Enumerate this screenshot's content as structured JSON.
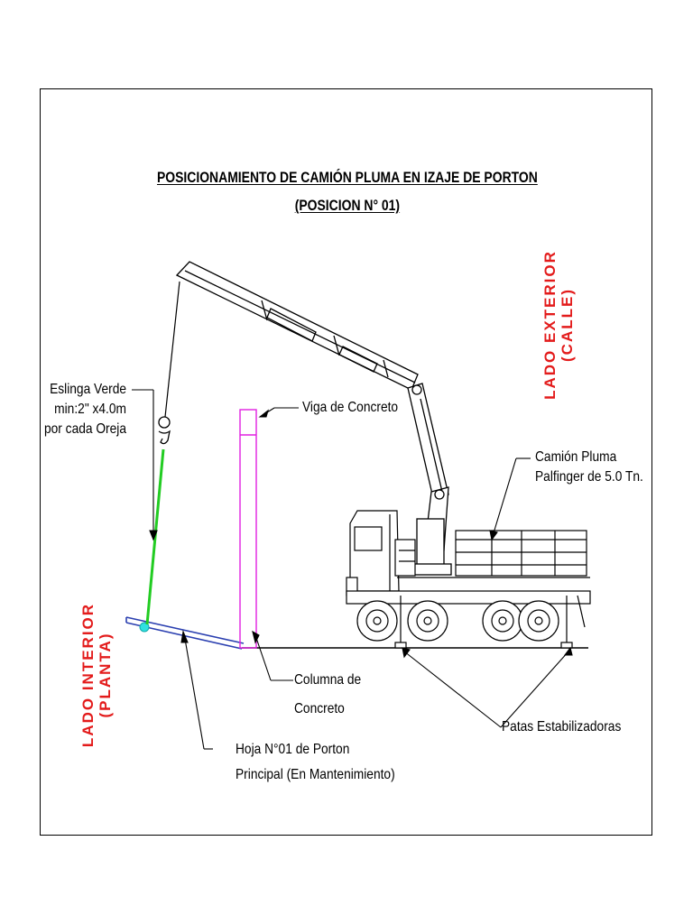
{
  "title": {
    "line1": "POSICIONAMIENTO DE CAMIÓN PLUMA EN IZAJE DE PORTON",
    "line2": "(POSICION N° 01)"
  },
  "sides": {
    "exterior": {
      "line1": "LADO EXTERIOR",
      "line2": "(CALLE)"
    },
    "interior": {
      "line1": "LADO INTERIOR",
      "line2": "(PLANTA)"
    }
  },
  "labels": {
    "eslinga": [
      "Eslinga Verde",
      "min:2\" x4.0m",
      "por cada Oreja"
    ],
    "viga": "Viga de Concreto",
    "camion": [
      "Camión Pluma",
      "Palfinger de 5.0 Tn."
    ],
    "columna": [
      "Columna de",
      "Concreto"
    ],
    "patas": "Patas Estabilizadoras",
    "hoja": [
      "Hoja N°01 de Porton",
      "Principal (En Mantenimiento)"
    ]
  },
  "colors": {
    "sling": "#22cc22",
    "column": "#e020e0",
    "gate": "#2a3fb0",
    "side_text": "#e31b1b",
    "hook_point": "#30e0e0"
  }
}
